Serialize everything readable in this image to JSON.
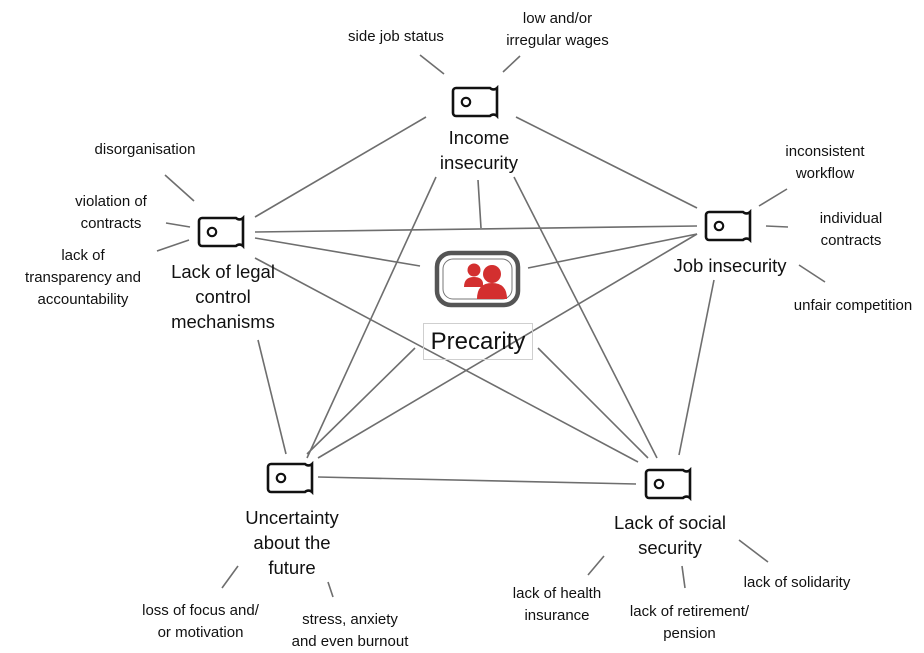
{
  "center": {
    "label": "Precarity",
    "icon": "precarity-people-icon",
    "accent": "#d32f2f"
  },
  "nodes": {
    "income": {
      "label": "Income\ninsecurity",
      "icon": "ticket-icon"
    },
    "job": {
      "label": "Job insecurity",
      "icon": "ticket-icon"
    },
    "legal": {
      "label": "Lack of legal\ncontrol\nmechanisms",
      "icon": "ticket-icon"
    },
    "future": {
      "label": "Uncertainty\nabout the\nfuture",
      "icon": "ticket-icon"
    },
    "social": {
      "label": "Lack of social\nsecurity",
      "icon": "ticket-icon"
    }
  },
  "leaves": {
    "side_job": "side job status",
    "low_wages": "low and/or\nirregular wages",
    "inconsistent": "inconsistent\nworkflow",
    "individual": "individual\ncontracts",
    "unfair": "unfair competition",
    "disorganisation": "disorganisation",
    "violation": "violation of\ncontracts",
    "transparency": "lack of\ntransparency and\naccountability",
    "focus": "loss of focus and/\nor motivation",
    "stress": "stress, anxiety\nand even burnout",
    "health": "lack of health\ninsurance",
    "retirement": "lack of retirement/\npension",
    "solidarity": "lack of solidarity"
  }
}
